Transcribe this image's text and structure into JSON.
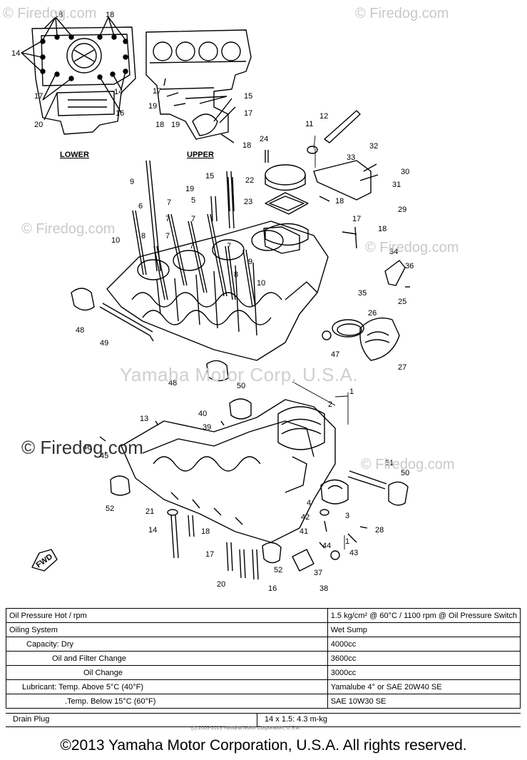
{
  "watermarks": {
    "firedog": "© Firedog.com",
    "firedog_center": "© Firedog.com",
    "yamaha_center": "Yamaha Motor Corp, U.S.A."
  },
  "diagram": {
    "inset_labels": [
      "LOWER",
      "UPPER"
    ],
    "arrow_label": "FWD",
    "part_numbers": [
      "1",
      "2",
      "3",
      "4",
      "5",
      "6",
      "7",
      "8",
      "9",
      "10",
      "11",
      "12",
      "13",
      "14",
      "15",
      "16",
      "17",
      "18",
      "19",
      "20",
      "21",
      "22",
      "23",
      "24",
      "25",
      "26",
      "27",
      "28",
      "29",
      "30",
      "31",
      "32",
      "33",
      "34",
      "35",
      "36",
      "37",
      "38",
      "39",
      "40",
      "41",
      "42",
      "43",
      "44",
      "45",
      "46",
      "47",
      "48",
      "49",
      "50",
      "51",
      "52"
    ]
  },
  "spec_table": {
    "rows": [
      {
        "label": "Oil Pressure Hot / rpm",
        "value": "1.5 kg/cm² @ 60°C / 1100 rpm @ Oil Pressure Switch"
      },
      {
        "label": "Oiling System",
        "value": "Wet Sump"
      },
      {
        "label": "Capacity: Dry",
        "value": "4000cc"
      },
      {
        "label": "Oil and Filter Change",
        "value": "3600cc"
      },
      {
        "label": "Oil Change",
        "value": "3000cc"
      },
      {
        "label": "Lubricant: Temp. Above 5°C (40°F)",
        "value": "Yamalube 4° or SAE 20W40 SE"
      },
      {
        "label": ".Temp. Below 15°C (60°F)",
        "value": "SAE 10W30 SE"
      }
    ],
    "drain_plug": {
      "label": "Drain Plug",
      "value": "14 x 1.5: 4.3 m-kg"
    },
    "small_copyright": "(c) 2003-2013 Yamaha Motor Corporation, U.S.A."
  },
  "footer": "©2013 Yamaha Motor Corporation, U.S.A. All rights reserved."
}
